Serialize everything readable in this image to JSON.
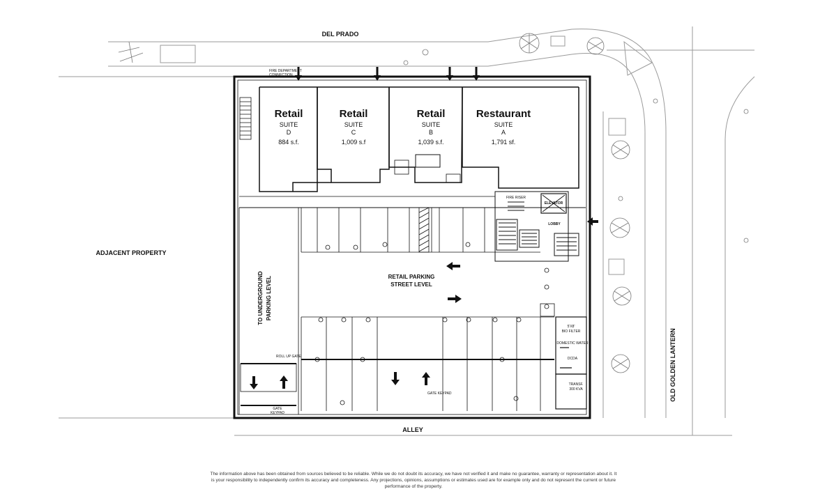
{
  "streets": {
    "north": "DEL PRADO",
    "south": "ALLEY",
    "east": "OLD GOLDEN LANTERN",
    "west": "ADJACENT PROPERTY"
  },
  "suites": [
    {
      "use": "Retail",
      "suite_label": "SUITE",
      "letter": "D",
      "area": "884 s.f."
    },
    {
      "use": "Retail",
      "suite_label": "SUITE",
      "letter": "C",
      "area": "1,009 s.f"
    },
    {
      "use": "Retail",
      "suite_label": "SUITE",
      "letter": "B",
      "area": "1,039 s.f."
    },
    {
      "use": "Restaurant",
      "suite_label": "SUITE",
      "letter": "A",
      "area": "1,791 sf."
    }
  ],
  "labels": {
    "fire_department": "FIRE DEPARTMENT",
    "connection": "CONNECTION",
    "elevator": "ELEVATOR",
    "fire_riser": "FIRE RISER",
    "lobby": "LOBBY",
    "parking_line1": "RETAIL PARKING",
    "parking_line2": "STREET LEVEL",
    "underground_line1": "TO UNDERGROUND",
    "underground_line2": "PARKING LEVEL",
    "roll_up_gate": "ROLL UP GATE",
    "gate": "GATE",
    "keypad": "KEYPAD",
    "gate_keypad": "GATE KEYPAD",
    "bio_filter_line1": "5'X8'",
    "bio_filter_line2": "BIO FILTER",
    "domestic_water": "DOMESTIC WATER",
    "dcda": "DCDA",
    "transf_line1": "TRANSF.",
    "transf_line2": "300 KVA"
  },
  "disclaimer": [
    "The information above has been obtained from sources believed to be reliable. While we do not doubt its accuracy, we have not verified it and make no guarantee, warranty or representation about it. It",
    "is your responsibility to independently confirm its accuracy and completeness. Any projections, opinions, assumptions or estimates used are for example only and do not represent the current or future",
    "performance of the property."
  ]
}
